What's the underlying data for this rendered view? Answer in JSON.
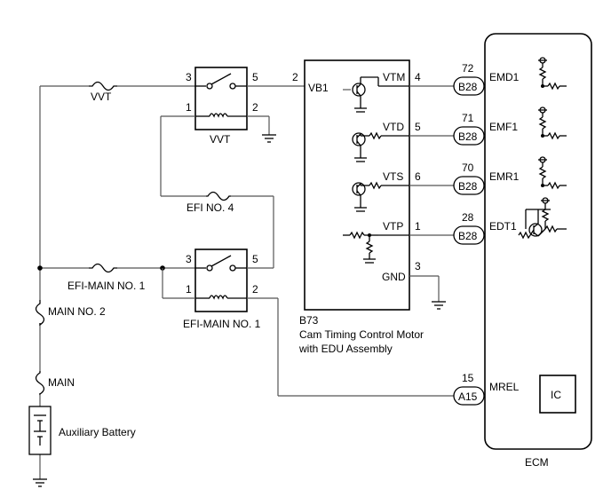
{
  "components": {
    "fuse_vvt": "VVT",
    "fuse_efi_no4": "EFI NO. 4",
    "fuse_efi_main": "EFI-MAIN NO. 1",
    "fuse_main_no2": "MAIN NO. 2",
    "fuse_main": "MAIN",
    "battery": "Auxiliary Battery",
    "relay_vvt": "VVT",
    "relay_efi_main": "EFI-MAIN NO. 1",
    "ecm": "ECM",
    "ic": "IC"
  },
  "relay_pins": {
    "vvt": [
      "3",
      "5",
      "1",
      "2"
    ],
    "efi_main": [
      "3",
      "5",
      "1",
      "2"
    ]
  },
  "motor": {
    "code": "B73",
    "name_line1": "Cam Timing Control Motor",
    "name_line2": "with EDU Assembly",
    "vb1_pin": "2",
    "vb1_label": "VB1",
    "gnd_pin": "3",
    "gnd_label": "GND",
    "pins": [
      {
        "label": "VTM",
        "pin": "4"
      },
      {
        "label": "VTD",
        "pin": "5"
      },
      {
        "label": "VTS",
        "pin": "6"
      },
      {
        "label": "VTP",
        "pin": "1"
      }
    ]
  },
  "ecm_connectors": [
    {
      "conn": "B28",
      "pin": "72",
      "signal": "EMD1"
    },
    {
      "conn": "B28",
      "pin": "71",
      "signal": "EMF1"
    },
    {
      "conn": "B28",
      "pin": "70",
      "signal": "EMR1"
    },
    {
      "conn": "B28",
      "pin": "28",
      "signal": "EDT1"
    },
    {
      "conn": "A15",
      "pin": "15",
      "signal": "MREL"
    }
  ]
}
